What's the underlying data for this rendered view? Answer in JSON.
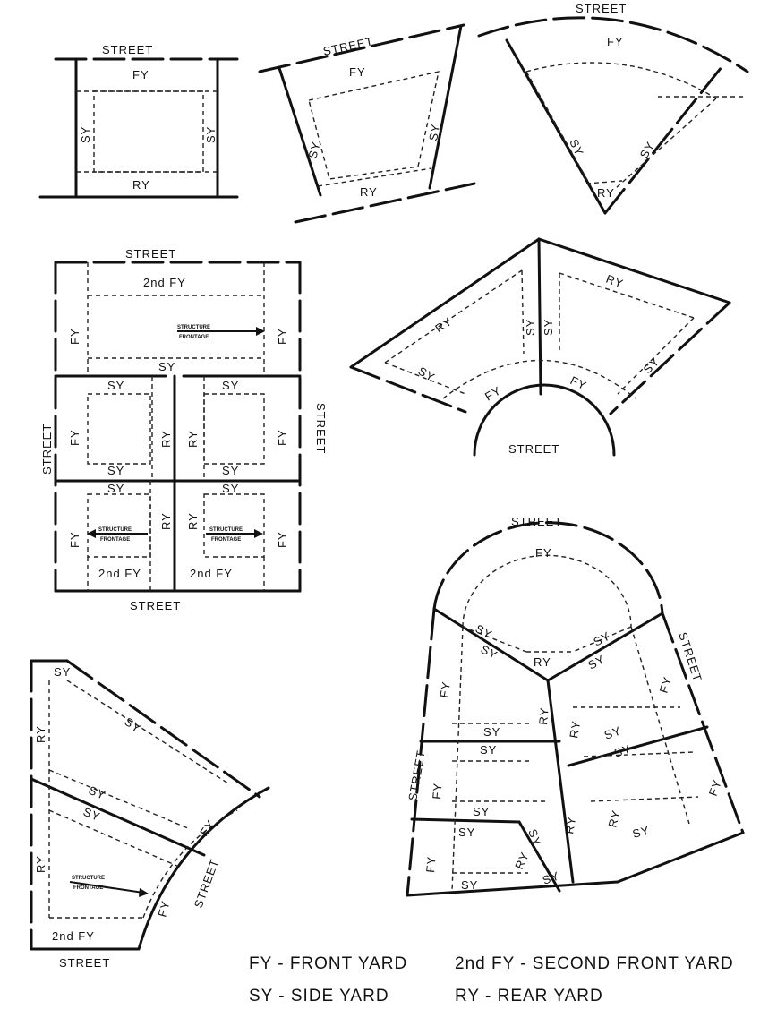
{
  "labels": {
    "street": "STREET",
    "fy": "FY",
    "sy": "SY",
    "ry": "RY",
    "second_fy": "2nd FY",
    "structure": "STRUCTURE",
    "frontage": "FRONTAGE"
  },
  "legend": {
    "fy": "FY - FRONT YARD",
    "second_fy": "2nd FY - SECOND FRONT YARD",
    "sy": "SY - SIDE YARD",
    "ry": "RY - REAR YARD"
  }
}
